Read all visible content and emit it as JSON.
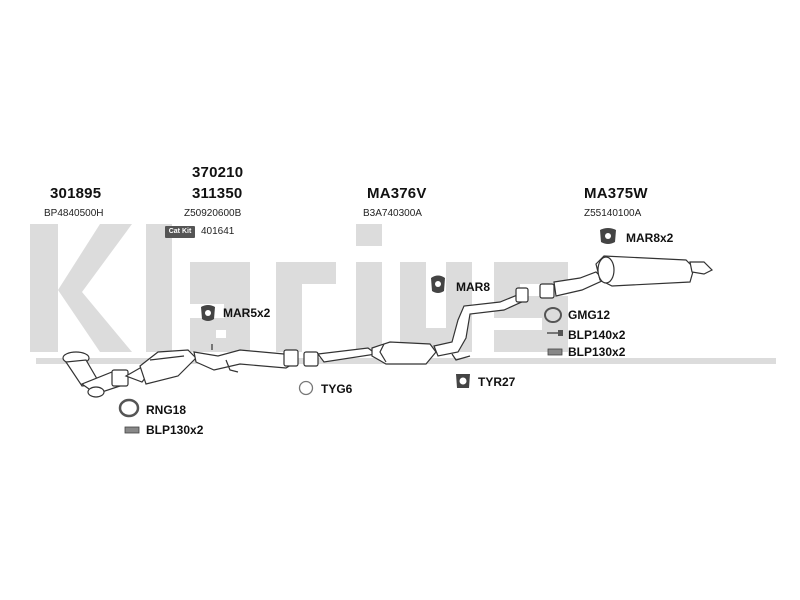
{
  "watermark": {
    "text": "Klarius",
    "color": "#dcdcdc"
  },
  "groups": [
    {
      "id": "front",
      "part_numbers": [
        "301895"
      ],
      "oe_code": "BP4840500H"
    },
    {
      "id": "cat",
      "part_numbers": [
        "370210",
        "311350"
      ],
      "oe_code": "Z50920600B",
      "cat_kit_label": "Cat Kit",
      "cat_kit_number": "401641"
    },
    {
      "id": "middle",
      "part_numbers": [
        "MA376V"
      ],
      "oe_code": "B3A740300A"
    },
    {
      "id": "rear",
      "part_numbers": [
        "MA375W"
      ],
      "oe_code": "Z55140100A"
    }
  ],
  "fittings": {
    "mar5": "MAR5x2",
    "mar8": "MAR8",
    "mar8x2": "MAR8x2",
    "gmg12": "GMG12",
    "blp140": "BLP140x2",
    "blp130_rear": "BLP130x2",
    "tyg6": "TYG6",
    "tyr27": "TYR27",
    "rng18": "RNG18",
    "blp130_front": "BLP130x2"
  },
  "icons": [
    "rubber-mount-icon",
    "gasket-ring-icon",
    "bolt-icon",
    "clamp-icon"
  ]
}
